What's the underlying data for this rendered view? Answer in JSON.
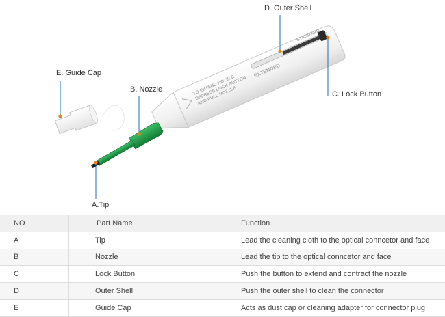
{
  "callouts": {
    "outer_shell": "D. Outer Shell",
    "guide_cap": "E. Guide Cap",
    "nozzle": "B. Nozzle",
    "lock_button": "C. Lock Button",
    "tip": "A.Tip"
  },
  "device_text": {
    "instruction_line1": "TO EXTEND NOZZLE",
    "instruction_line2": "DEPRESS LOCK BUTTON",
    "instruction_line3": "AND PULL NOZZLE",
    "extended": "EXTENDED",
    "standard": "STANDARD"
  },
  "table": {
    "headers": [
      "NO",
      "Part Name",
      "Function"
    ],
    "rows": [
      [
        "A",
        "Tip",
        "Lead the cleaning cloth to the optical conncetor and face"
      ],
      [
        "B",
        "Nozzle",
        "Lead the tip to the optical conncetor and face"
      ],
      [
        "C",
        "Lock Button",
        "Push the button to extend and contract the nozzle"
      ],
      [
        "D",
        "Outer Shell",
        "Push the outer shell to clean the connector"
      ],
      [
        "E",
        "Guide Cap",
        "Acts as dust cap or cleaning adapter for connector plug"
      ]
    ]
  },
  "colors": {
    "callout_line": "#1f6fb5",
    "marker": "#e08a1e",
    "nozzle_green": "#1e9a45",
    "shell": "#f2f2f2"
  }
}
